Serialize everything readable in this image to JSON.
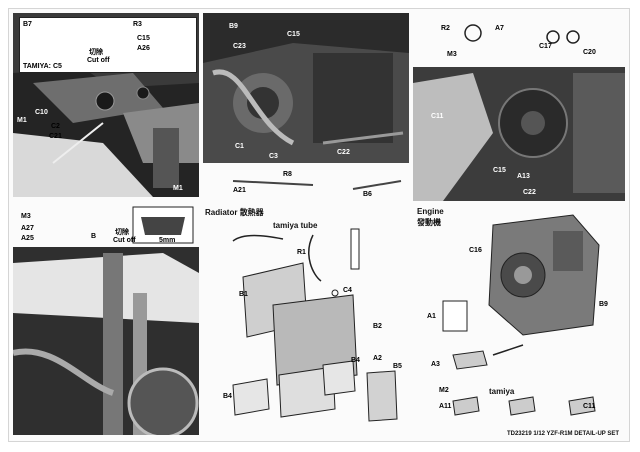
{
  "p1": {
    "labels": {
      "b7": "B7",
      "r3": "R3",
      "c15": "C15",
      "a26": "A26",
      "cut_cn": "切除",
      "cut_en": "Cut off",
      "tamiya_c5": "TAMIYA: C5",
      "c10": "C10",
      "m1a": "M1",
      "c2": "C2",
      "c21": "C21",
      "m1b": "M1"
    }
  },
  "p2": {
    "labels": {
      "b9": "B9",
      "c15": "C15",
      "c23": "C23",
      "c1": "C1",
      "c3": "C3",
      "c22": "C22",
      "r8": "R8",
      "a21": "A21",
      "b6": "B6"
    }
  },
  "p3": {
    "labels": {
      "r2": "R2",
      "a7": "A7",
      "m3": "M3",
      "c17": "C17",
      "c20": "C20",
      "c11": "C11",
      "c15": "C15",
      "a13": "A13",
      "c22": "C22"
    }
  },
  "p4": {
    "labels": {
      "m3": "M3",
      "a27": "A27",
      "a25": "A25",
      "b": "B",
      "cut_cn": "切除",
      "cut_en": "Cut off",
      "mm": "5mm"
    }
  },
  "p5": {
    "title_en": "Radiator",
    "title_cn": "散熱器",
    "tube": "tamiya tube",
    "labels": {
      "r1": "R1",
      "c4": "C4",
      "b1": "B1",
      "b2": "B2",
      "b4a": "B4",
      "a2": "A2",
      "b5": "B5",
      "b4b": "B4"
    }
  },
  "p6": {
    "title_en": "Engine",
    "title_cn": "發動機",
    "tamiya": "tamiya",
    "labels": {
      "c16": "C16",
      "b9": "B9",
      "a1": "A1",
      "a3": "A3",
      "m2": "M2",
      "a11": "A11",
      "c11": "C11"
    }
  },
  "footer": "TD23219 1/12 YZF-R1M DETAIL-UP SET"
}
